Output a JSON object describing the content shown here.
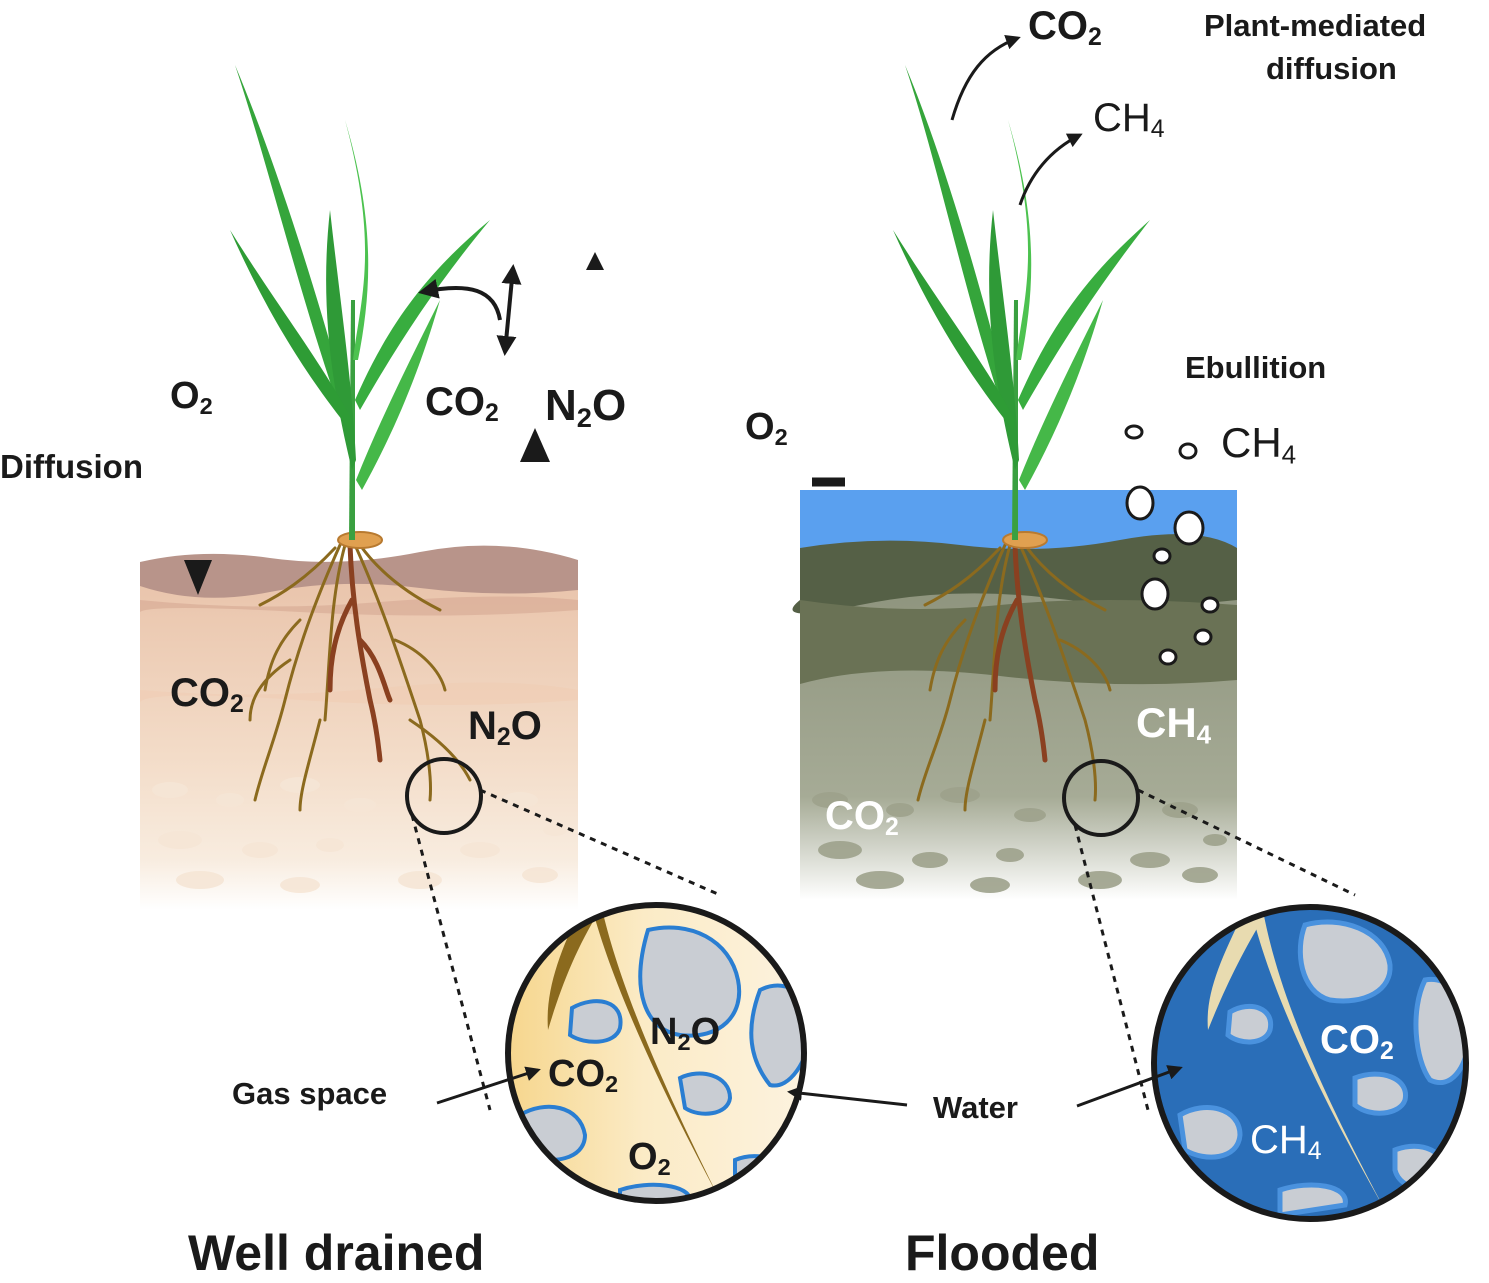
{
  "panels": {
    "left": {
      "title": "Well drained",
      "label_diffusion": "Diffusion",
      "air_o2": "O",
      "air_co2": "CO",
      "air_n2o_a": "N",
      "air_n2o_b": "O",
      "soil_co2": "CO",
      "soil_n2o_a": "N",
      "soil_n2o_b": "O",
      "zoom_n2o_a": "N",
      "zoom_n2o_b": "O",
      "zoom_co2": "CO",
      "zoom_o2": "O",
      "callout_gas_space": "Gas space",
      "colors": {
        "topsoil": "#b8948a",
        "subsoil": "#e9c3aa",
        "zoom_fill": "#fbecc4",
        "pore": "#c9cdd3",
        "pore_edge": "#2a7ed2"
      }
    },
    "right": {
      "title": "Flooded",
      "label_plant_mediated": [
        "Plant-mediated",
        "diffusion"
      ],
      "label_ebullition": "Ebullition",
      "air_co2": "CO",
      "air_ch4": "CH",
      "bubble_ch4": "CH",
      "o2_blocked": "O",
      "soil_ch4": "CH",
      "soil_co2": "CO",
      "zoom_co2": "CO",
      "zoom_ch4": "CH",
      "callout_water": "Water",
      "colors": {
        "water": "#5aa0ef",
        "topsoil": "#556046",
        "subsoil": "#8b917a",
        "zoom_fill": "#2a6eb8"
      }
    },
    "subscripts": {
      "two": "2",
      "four": "4"
    },
    "icons": [
      "plant-icon",
      "roots-icon",
      "seed-icon",
      "bubble-icon",
      "arrow-icon",
      "inhibit-arrow-icon",
      "magnifier-circle-icon"
    ]
  }
}
